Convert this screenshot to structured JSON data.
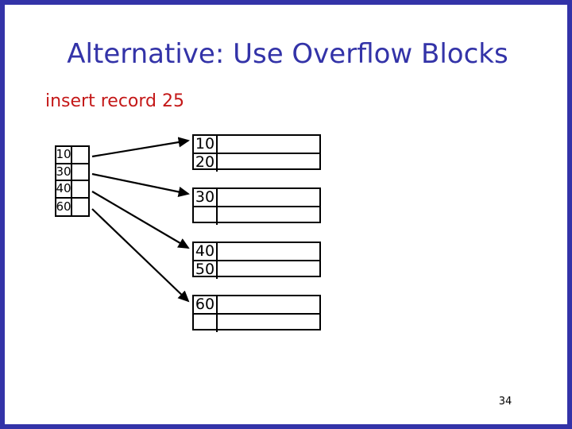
{
  "slide": {
    "title": "Alternative: Use Overflow Blocks",
    "subtitle": "insert record 25",
    "page_number": "34",
    "colors": {
      "border": "#3333a8",
      "title": "#3333a8",
      "subtitle": "#c41818",
      "table_line": "#000000",
      "background": "#ffffff"
    }
  },
  "index_block": {
    "name": "sparse-index-block",
    "rows": [
      {
        "key": "10",
        "pointer": true
      },
      {
        "key": "30",
        "pointer": true
      },
      {
        "key": "40",
        "pointer": true
      },
      {
        "key": "60",
        "pointer": true
      }
    ]
  },
  "data_blocks": [
    {
      "name": "data-block-1",
      "rows": [
        {
          "key": "10"
        },
        {
          "key": "20"
        }
      ]
    },
    {
      "name": "data-block-2",
      "rows": [
        {
          "key": "30"
        },
        {
          "key": ""
        }
      ]
    },
    {
      "name": "data-block-3",
      "rows": [
        {
          "key": "40"
        },
        {
          "key": "50"
        }
      ]
    },
    {
      "name": "data-block-4",
      "rows": [
        {
          "key": "60"
        },
        {
          "key": ""
        }
      ]
    }
  ],
  "arrows": [
    {
      "name": "pointer-arrow-1",
      "from_row": 0,
      "to_block": 0
    },
    {
      "name": "pointer-arrow-2",
      "from_row": 1,
      "to_block": 1
    },
    {
      "name": "pointer-arrow-3",
      "from_row": 2,
      "to_block": 2
    },
    {
      "name": "pointer-arrow-4",
      "from_row": 3,
      "to_block": 3
    }
  ]
}
